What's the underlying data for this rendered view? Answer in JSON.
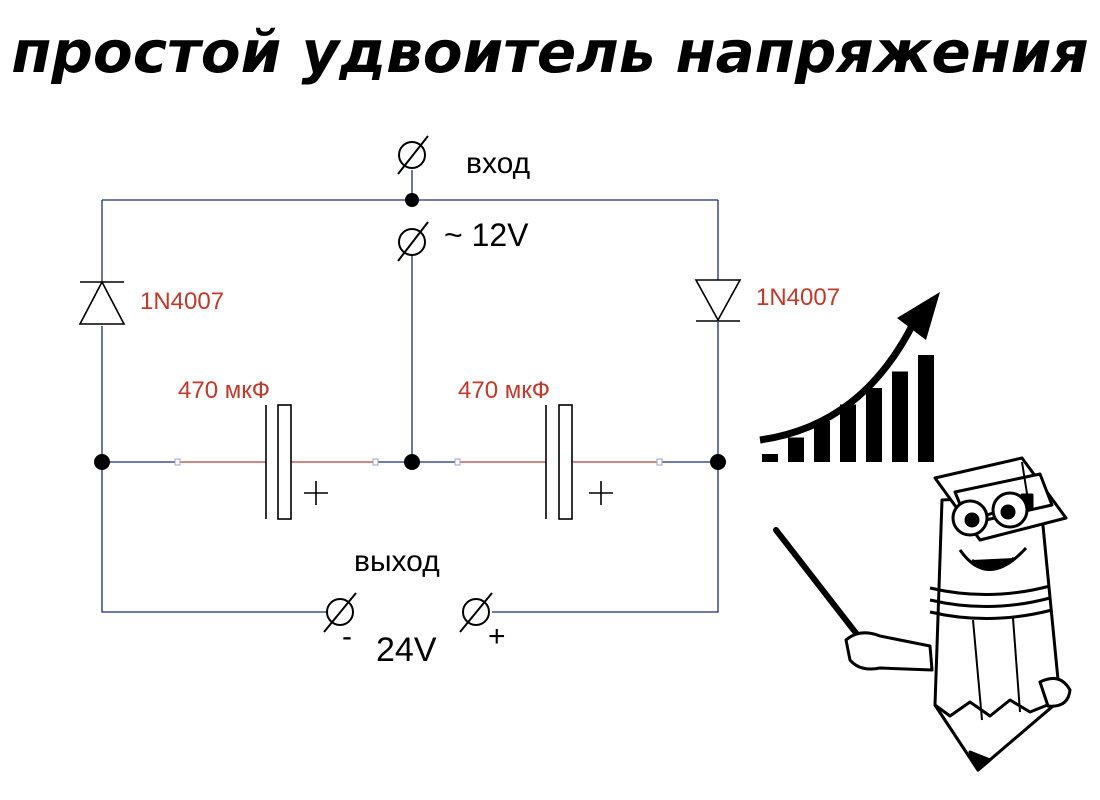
{
  "title": "простой удвоитель напряжения",
  "labels": {
    "input": "вход",
    "input_voltage": "~ 12V",
    "output": "выход",
    "output_voltage": "24V",
    "minus": "-",
    "plus": "+"
  },
  "components": {
    "diode_left": "1N4007",
    "diode_right": "1N4007",
    "cap_left": "470 мкФ",
    "cap_right": "470 мкФ"
  },
  "colors": {
    "wire": "#1f2a7a",
    "component_label": "#c0392b",
    "text": "#000000"
  },
  "bar_chart_levels": [
    1,
    2,
    3,
    4,
    5,
    6,
    7
  ]
}
